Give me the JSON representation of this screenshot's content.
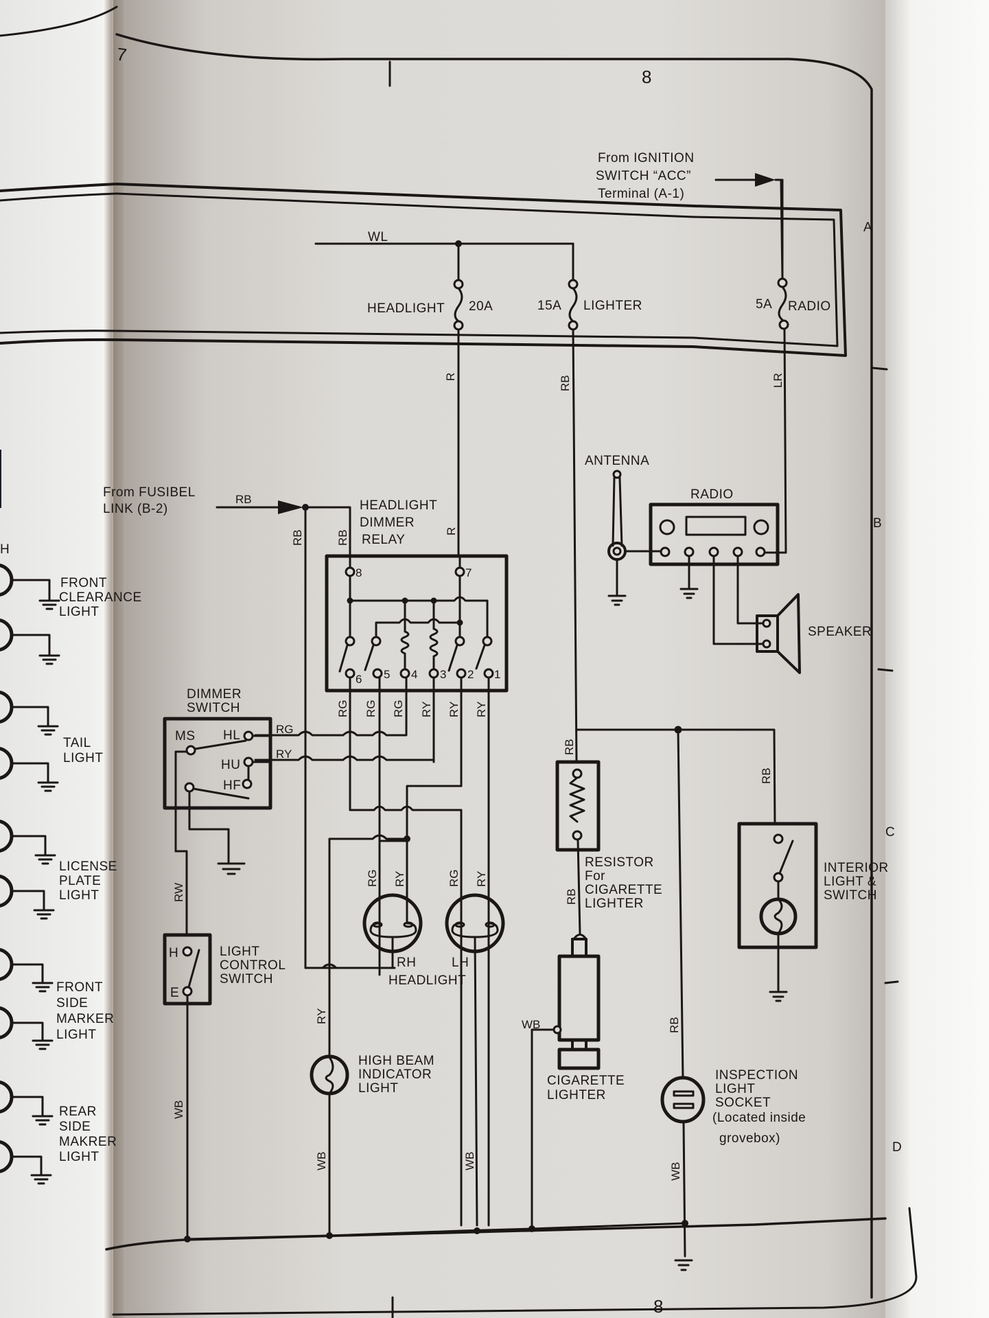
{
  "page": {
    "number_top": "8",
    "number_bottom": "8",
    "prev_page_number": "7",
    "row_markers": [
      "A",
      "B",
      "C",
      "D"
    ]
  },
  "source_labels": {
    "ignition": [
      "From IGNITION",
      "SWITCH “ACC”",
      "Terminal    (A-1)"
    ],
    "fusible": [
      "From  FUSIBEL",
      "LINK   (B-2)"
    ]
  },
  "fuse_box": {
    "bus_wire": "WL",
    "fuses": [
      {
        "name": "HEADLIGHT",
        "rating": "20A"
      },
      {
        "name": "LIGHTER",
        "rating": "15A"
      },
      {
        "name": "RADIO",
        "rating": "5A"
      }
    ]
  },
  "wire_colors": {
    "headlight_feed": "R",
    "lighter_feed": "RB",
    "radio_feed": "LR",
    "fusible_feed": "RB",
    "relay_feed_a": "RB",
    "relay_feed_b": "RB",
    "relay_pin7": "R",
    "relay_out": [
      "RG",
      "RG",
      "RG",
      "RY",
      "RY",
      "RY"
    ],
    "dimmer_hl": "RG",
    "dimmer_hu": "RY",
    "light_ctrl": "RW",
    "headlight_rh": [
      "RG",
      "RY"
    ],
    "headlight_lh": [
      "RG",
      "RY"
    ],
    "indicator_feed": "RY",
    "ground_wb": [
      "WB",
      "WB",
      "WB",
      "WB"
    ],
    "lighter_ground": "WB",
    "resistor_in": "RB",
    "resistor_out": "RB",
    "interior_feed": "RB",
    "inspection_feed": "RB",
    "inspection_ground": "WB"
  },
  "components": {
    "relay": {
      "label": [
        "HEADLIGHT",
        "DIMMER",
        "RELAY"
      ],
      "pins": [
        "8",
        "7",
        "6",
        "5",
        "4",
        "3",
        "2",
        "1"
      ]
    },
    "dimmer_switch": {
      "label": [
        "DIMMER",
        "SWITCH"
      ],
      "terminals": [
        "MS",
        "HL",
        "HU",
        "HF"
      ]
    },
    "light_control_switch": {
      "label": [
        "LIGHT",
        "CONTROL",
        "SWITCH"
      ],
      "terminals": [
        "H",
        "E"
      ]
    },
    "headlight": {
      "label": "HEADLIGHT",
      "sides": [
        "RH",
        "LH"
      ]
    },
    "high_beam_indicator": [
      "HIGH BEAM",
      "INDICATOR",
      "LIGHT"
    ],
    "antenna": "ANTENNA",
    "radio": "RADIO",
    "speaker": "SPEAKER",
    "resistor": [
      "RESISTOR",
      "For",
      "CIGARETTE",
      "LIGHTER"
    ],
    "cigarette_lighter": [
      "CIGARETTE",
      "LIGHTER"
    ],
    "interior_light": [
      "INTERIOR",
      "LIGHT &",
      "SWITCH"
    ],
    "inspection_socket": [
      "INSPECTION",
      "LIGHT",
      "SOCKET",
      "(Located  inside",
      " grovebox)"
    ]
  },
  "left_page_labels": {
    "front_clearance": [
      "FRONT",
      "CLEARANCE",
      "LIGHT"
    ],
    "tail": [
      "TAIL",
      "LIGHT"
    ],
    "license": [
      "LICENSE",
      "PLATE",
      "LIGHT"
    ],
    "front_side_marker": [
      "FRONT",
      "SIDE",
      "MARKER",
      "LIGHT"
    ],
    "rear_side_marker": [
      "REAR",
      "SIDE",
      "MAKRER",
      "LIGHT"
    ],
    "partial_top": "H"
  },
  "colors": {
    "ink": "#1b1716",
    "paper": "#dedcd8"
  }
}
